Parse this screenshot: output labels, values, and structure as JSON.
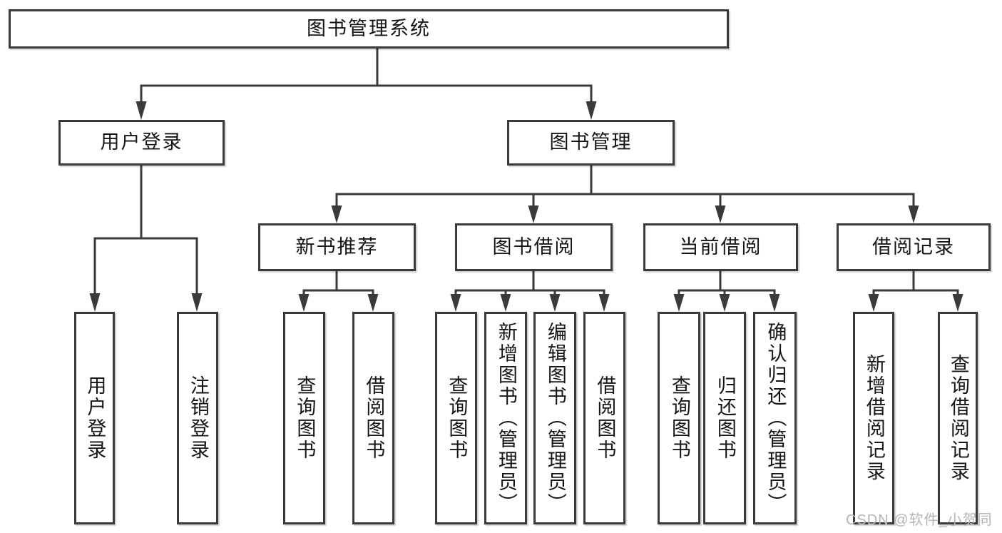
{
  "diagram": {
    "type": "tree",
    "title": "图书管理系统",
    "line_color": "#3a3a3a",
    "watermark": "CSDN @软件_小贺同学",
    "nodes": {
      "root": "图书管理系统",
      "user_login": "用户登录",
      "book_mgmt": "图书管理",
      "new_book_rec": "新书推荐",
      "book_borrow": "图书借阅",
      "current_borrow": "当前借阅",
      "borrow_record": "借阅记录",
      "user_login_leaf": "用户登录",
      "logout_leaf": "注销登录",
      "rec_query_book": "查询图书",
      "rec_borrow_book": "借阅图书",
      "bb_query_book": "查询图书",
      "bb_add_book": "新增图书（管理员）",
      "bb_edit_book": "编辑图书（管理员）",
      "bb_borrow_book": "借阅图书",
      "cb_query_book": "查询图书",
      "cb_return_book": "归还图书",
      "cb_confirm_return": "确认归还（管理员）",
      "br_add_record": "新增借阅记录",
      "br_query_record": "查询借阅记录"
    },
    "hierarchy": [
      {
        "parent": "图书管理系统",
        "children": [
          "用户登录",
          "图书管理"
        ]
      },
      {
        "parent": "用户登录",
        "children": [
          "用户登录",
          "注销登录"
        ]
      },
      {
        "parent": "图书管理",
        "children": [
          "新书推荐",
          "图书借阅",
          "当前借阅",
          "借阅记录"
        ]
      },
      {
        "parent": "新书推荐",
        "children": [
          "查询图书",
          "借阅图书"
        ]
      },
      {
        "parent": "图书借阅",
        "children": [
          "查询图书",
          "新增图书（管理员）",
          "编辑图书（管理员）",
          "借阅图书"
        ]
      },
      {
        "parent": "当前借阅",
        "children": [
          "查询图书",
          "归还图书",
          "确认归还（管理员）"
        ]
      },
      {
        "parent": "借阅记录",
        "children": [
          "新增借阅记录",
          "查询借阅记录"
        ]
      }
    ]
  }
}
